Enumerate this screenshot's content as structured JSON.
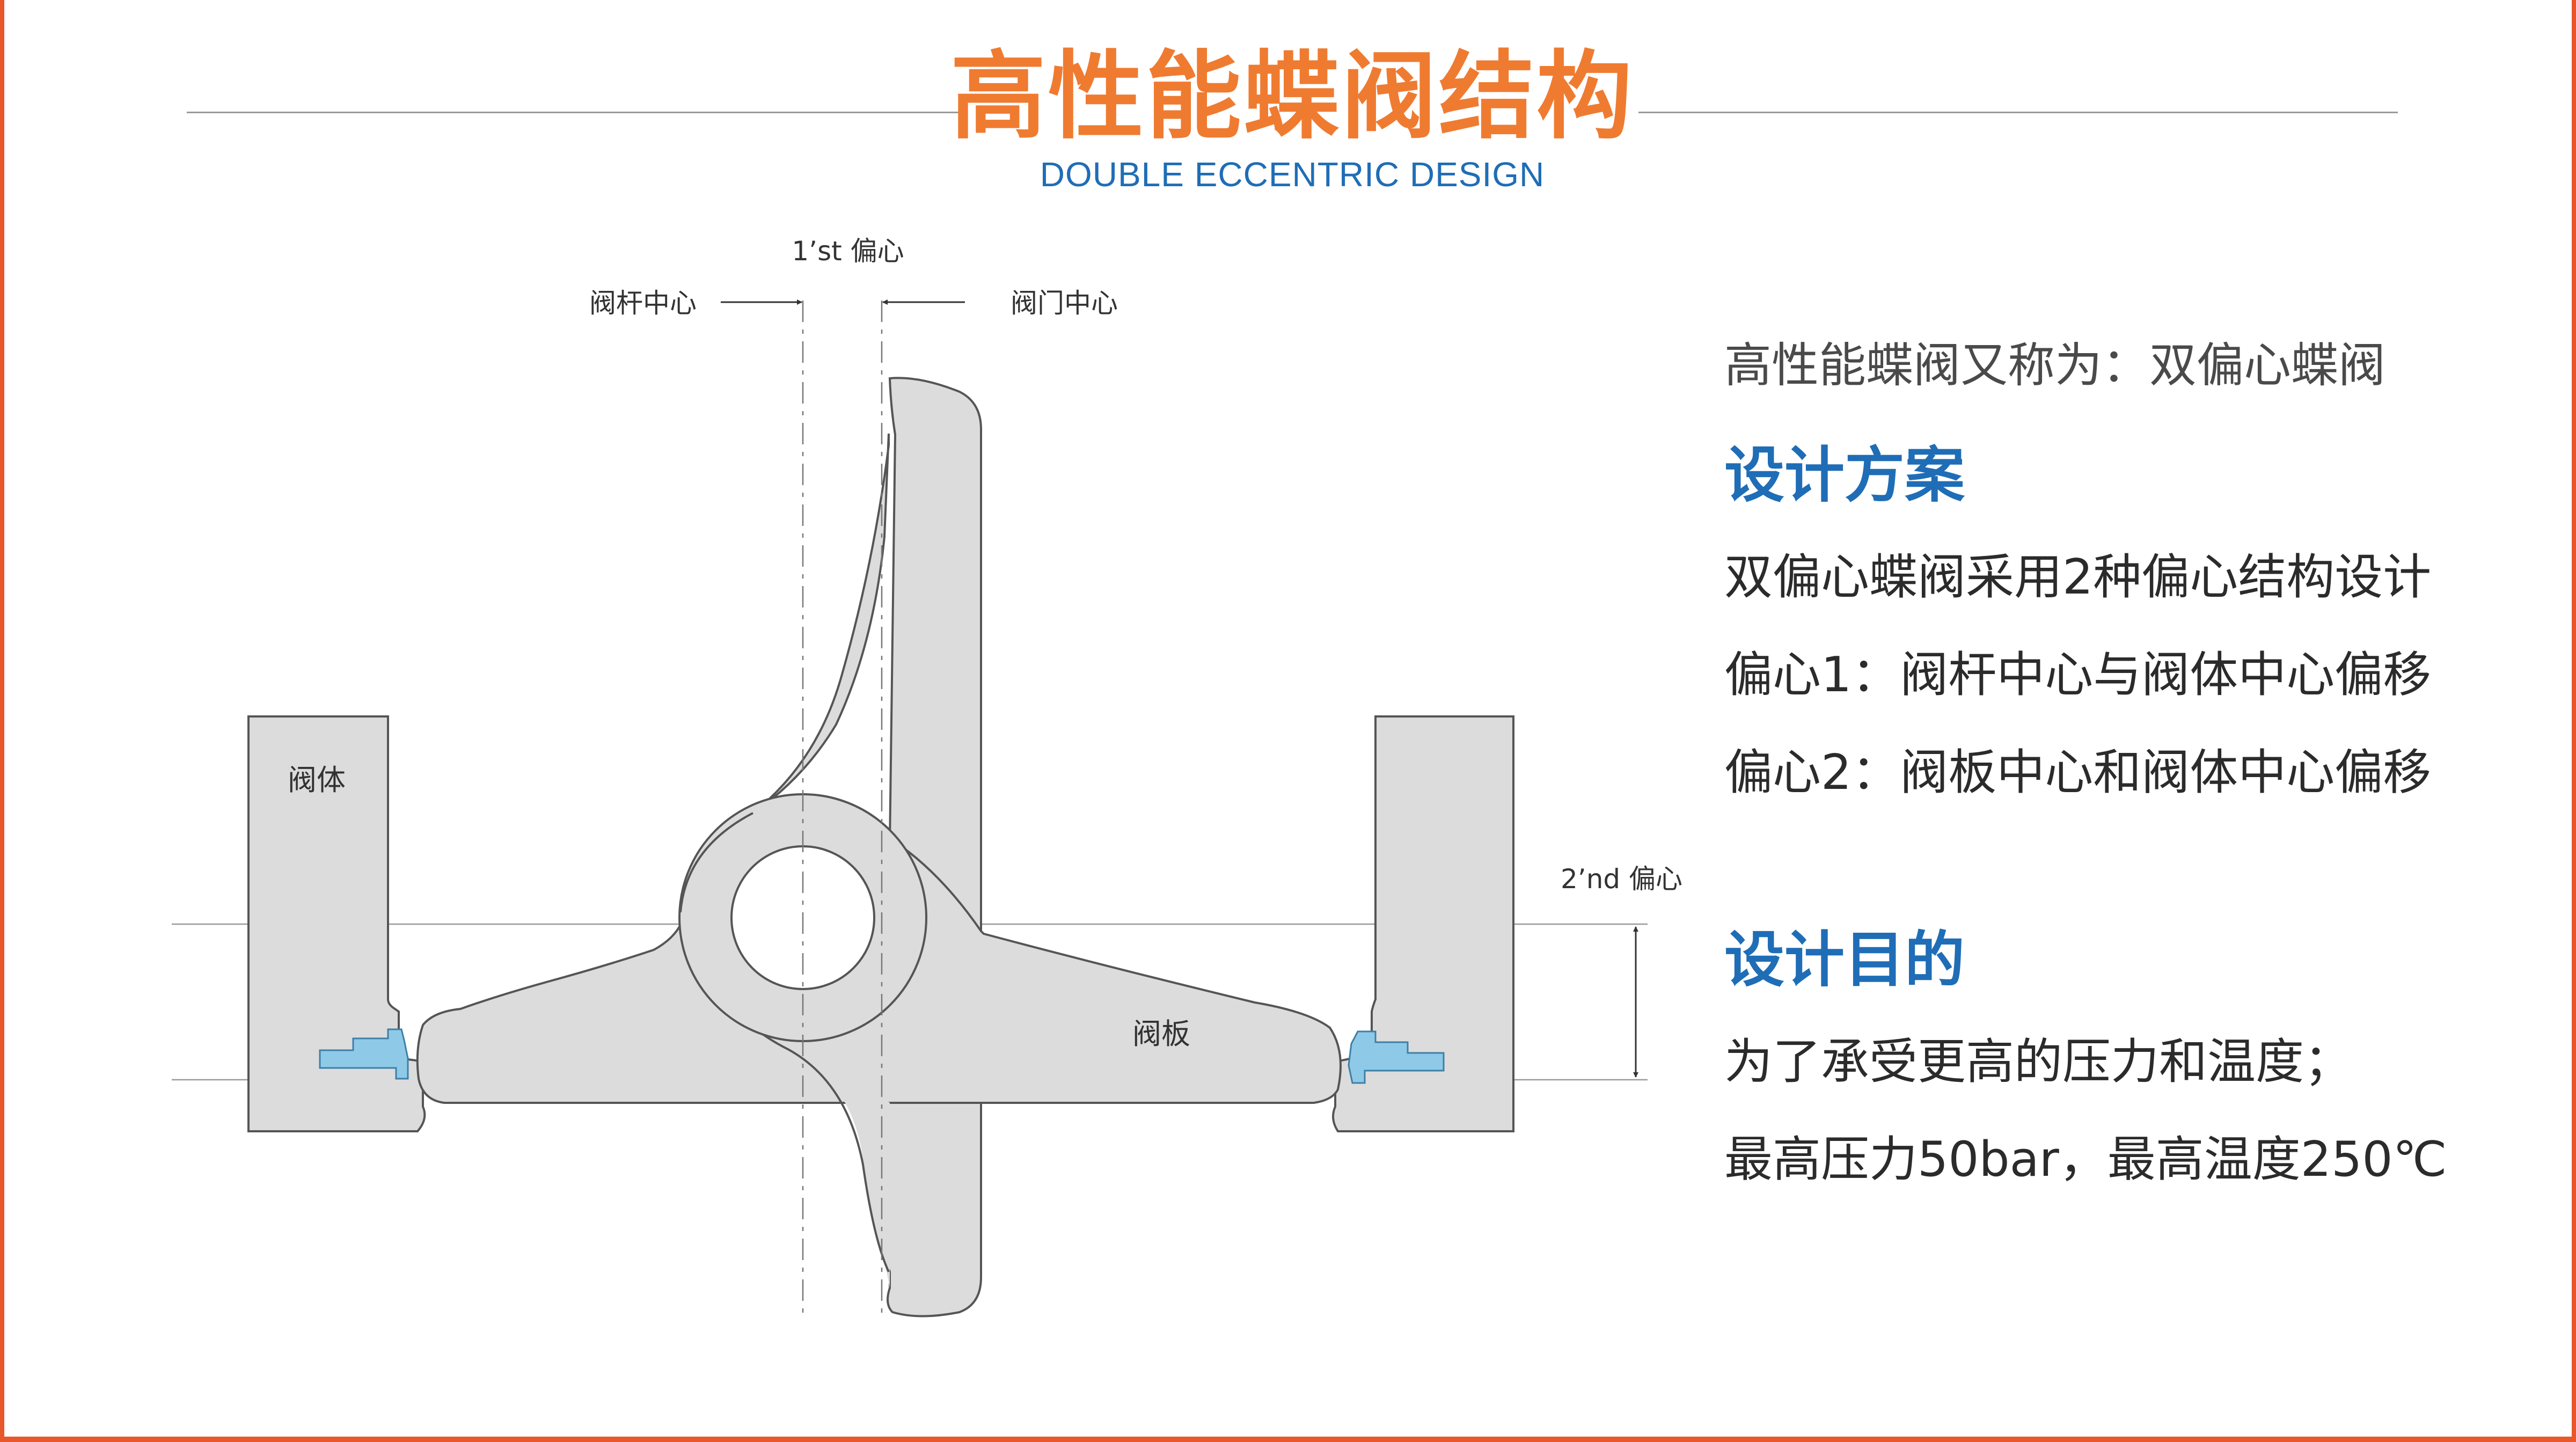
{
  "header": {
    "title": "高性能蝶阀结构",
    "subtitle": "DOUBLE ECCENTRIC DESIGN"
  },
  "diagram": {
    "label_first_offset": "1’st 偏心",
    "label_stem_center": "阀杆中心",
    "label_valve_center": "阀门中心",
    "label_body": "阀体",
    "label_disc": "阀板",
    "label_second_offset": "2’nd 偏心"
  },
  "panel": {
    "intro": "高性能蝶阀又称为：双偏心蝶阀",
    "section1_heading": "设计方案",
    "section1_lines": [
      "双偏心蝶阀采用2种偏心结构设计",
      "偏心1：阀杆中心与阀体中心偏移",
      "偏心2：阀板中心和阀体中心偏移"
    ],
    "section2_heading": "设计目的",
    "section2_lines": [
      "为了承受更高的压力和温度；",
      "最高压力50bar，最高温度250℃"
    ]
  },
  "colors": {
    "accent_orange": "#ef7b31",
    "frame_orange": "#e8582a",
    "heading_blue": "#1f6db6",
    "metal_gray": "#dcdcdd",
    "seal_blue": "#8ecae8",
    "outline": "#555555"
  }
}
